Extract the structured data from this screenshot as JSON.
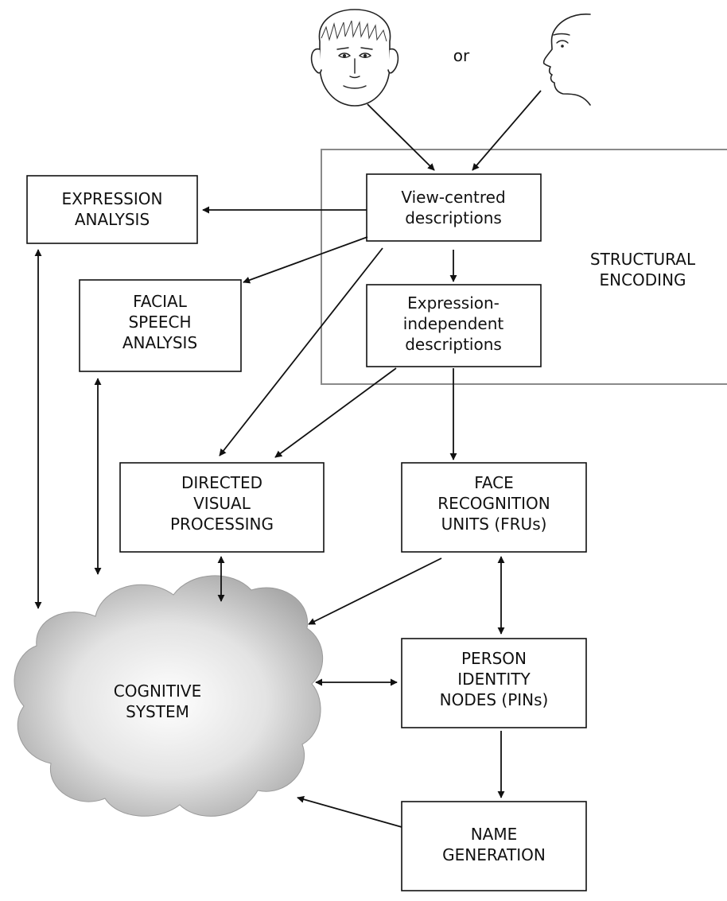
{
  "diagram": {
    "faces": {
      "connector_word": "or",
      "front_face_icon": "front-face-drawing",
      "profile_face_icon": "profile-face-drawing"
    },
    "structural_encoding": {
      "label_line1": "STRUCTURAL",
      "label_line2": "ENCODING"
    },
    "nodes": {
      "view_centred": {
        "line1": "View-centred",
        "line2": "descriptions"
      },
      "expression_independent": {
        "line1": "Expression-",
        "line2": "independent",
        "line3": "descriptions"
      },
      "expression_analysis": {
        "line1": "EXPRESSION",
        "line2": "ANALYSIS"
      },
      "facial_speech": {
        "line1": "FACIAL",
        "line2": "SPEECH",
        "line3": "ANALYSIS"
      },
      "directed_visual": {
        "line1": "DIRECTED",
        "line2": "VISUAL",
        "line3": "PROCESSING"
      },
      "fru": {
        "line1": "FACE",
        "line2": "RECOGNITION",
        "line3": "UNITS (FRUs)"
      },
      "pin": {
        "line1": "PERSON",
        "line2": "IDENTITY",
        "line3": "NODES (PINs)"
      },
      "name_generation": {
        "line1": "NAME",
        "line2": "GENERATION"
      },
      "cognitive_system": {
        "line1": "COGNITIVE",
        "line2": "SYSTEM"
      }
    },
    "colors": {
      "ink": "#111111",
      "region_border": "#8a8a8a",
      "cloud_light": "#ffffff",
      "cloud_dark": "#a9a9a9"
    }
  }
}
